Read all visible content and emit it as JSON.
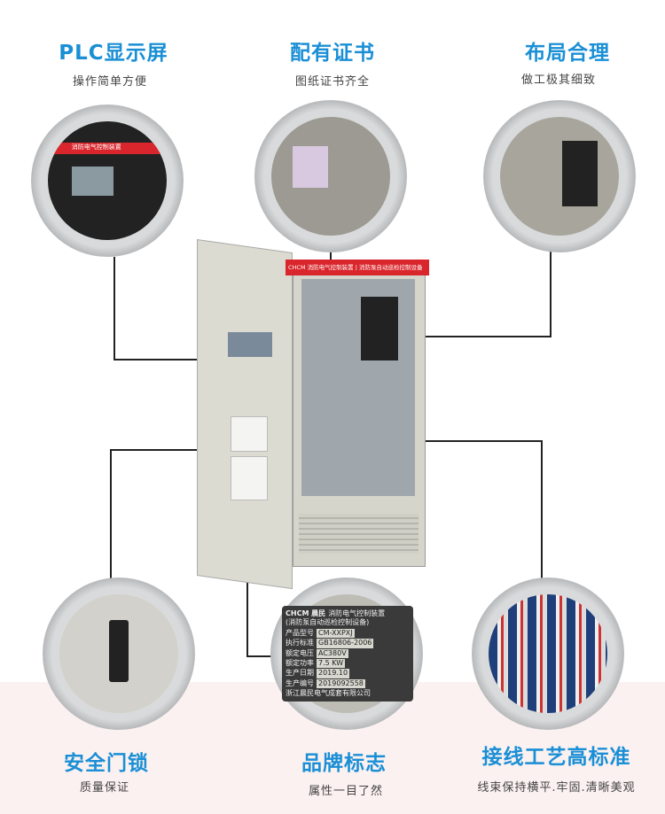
{
  "features": [
    {
      "title": "PLC显示屏",
      "subtitle": "操作简单方便",
      "icon": "plc-display-photo"
    },
    {
      "title": "配有证书",
      "subtitle": "图纸证书齐全",
      "icon": "certificate-photo"
    },
    {
      "title": "布局合理",
      "subtitle": "做工极其细致",
      "icon": "layout-photo"
    },
    {
      "title": "安全门锁",
      "subtitle": "质量保证",
      "icon": "door-lock-photo"
    },
    {
      "title": "品牌标志",
      "subtitle": "属性一目了然",
      "icon": "nameplate-photo"
    },
    {
      "title": "接线工艺高标准",
      "subtitle": "线束保持横平.牢固.清晰美观",
      "icon": "wiring-photo"
    }
  ],
  "cabinet": {
    "banner": "CHCM 消防电气控制装置 | 消防泵自动巡检控制设备",
    "plc_panel": "消防电气控制装置"
  },
  "nameplate": {
    "brand": "CHCM 晨民",
    "product": "消防电气控制装置",
    "product_sub": "(消防泵自动巡检控制设备)",
    "model_label": "产品型号",
    "model": "CM-XXPXJ",
    "standard_label": "执行标准",
    "standard": "GB16806-2006",
    "voltage_label": "额定电压",
    "voltage": "AC380V",
    "power_label": "额定功率",
    "power": "7.5 KW",
    "date_label": "生产日期",
    "date": "2019.10",
    "serial_label": "生产编号",
    "serial": "2019092558",
    "company": "浙江晨民电气成套有限公司"
  },
  "colors": {
    "title": "#1a8fd6",
    "banner": "#d9262c"
  }
}
